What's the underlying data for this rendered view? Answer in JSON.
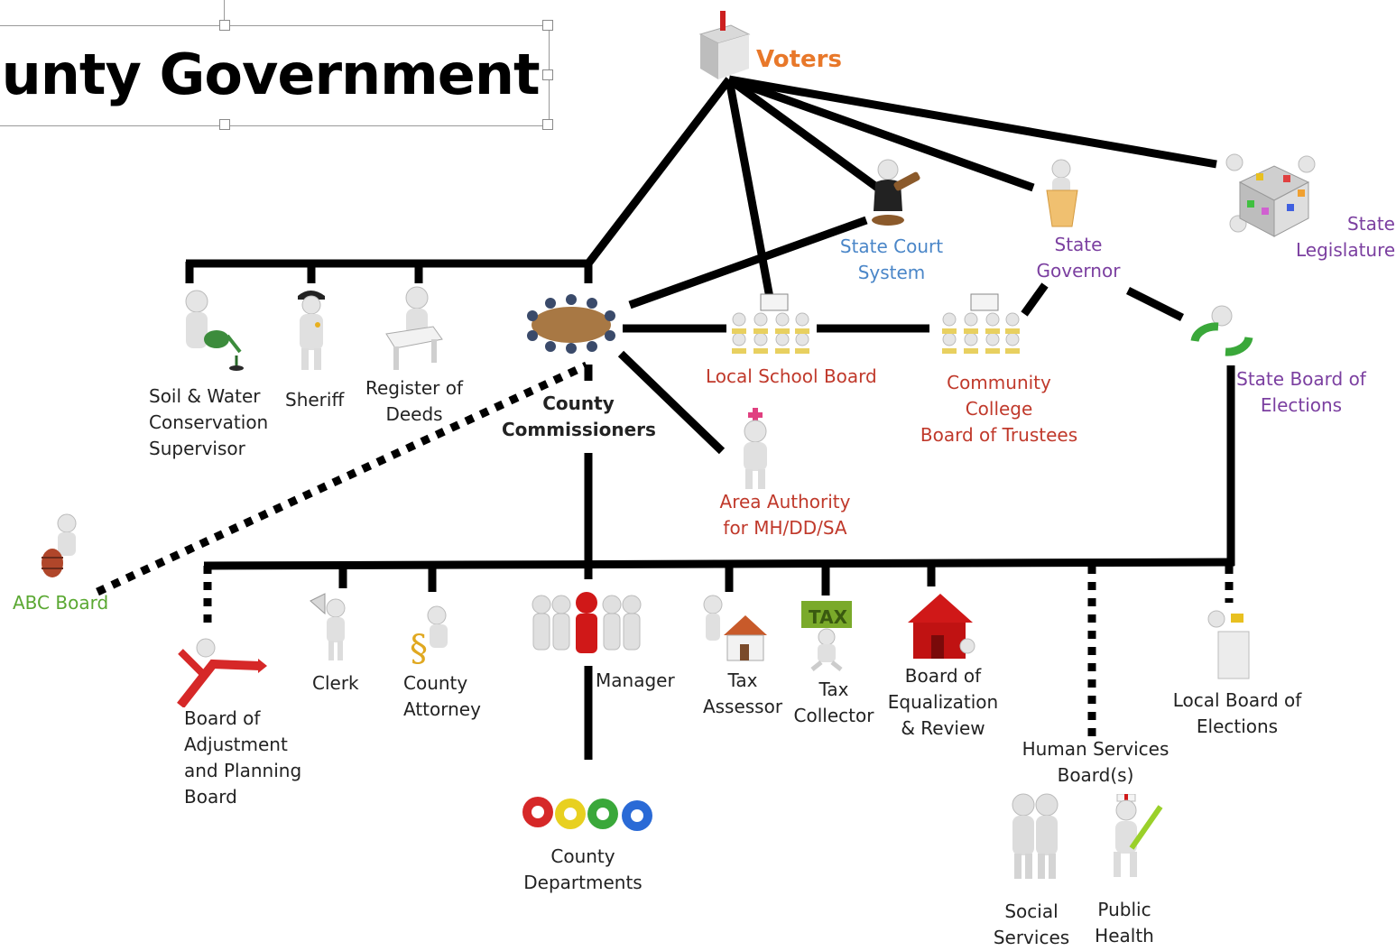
{
  "title": "ounty Government",
  "nodes": {
    "voters": "Voters",
    "state_court": "State Court\nSystem",
    "state_governor": "State\nGovernor",
    "state_legislature": "State\nLegislature",
    "soil_water": "Soil & Water\nConservation\nSupervisor",
    "sheriff": "Sheriff",
    "register_deeds": "Register of\nDeeds",
    "county_commissioners": "County\nCommissioners",
    "local_school_board": "Local School Board",
    "community_college": "Community\nCollege\nBoard of Trustees",
    "state_board_elections": "State Board of\nElections",
    "area_authority": "Area Authority\nfor MH/DD/SA",
    "abc_board": "ABC Board",
    "board_adjustment": "Board of\nAdjustment\nand Planning\nBoard",
    "clerk": "Clerk",
    "county_attorney": "County\nAttorney",
    "manager": "Manager",
    "tax_assessor": "Tax\nAssessor",
    "tax_collector": "Tax\nCollector",
    "board_equalization": "Board of\nEqualization\n& Review",
    "human_services": "Human Services\nBoard(s)",
    "local_board_elections": "Local Board of\nElections",
    "county_departments": "County\nDepartments",
    "social_services": "Social\nServices",
    "public_health": "Public\nHealth",
    "tax_sign": "TAX"
  },
  "colors": {
    "voters": "#e8782a",
    "state_court": "#4a86c8",
    "purple": "#7b3fa0",
    "red": "#c0392b",
    "abc": "#5aa832",
    "black": "#222222"
  }
}
